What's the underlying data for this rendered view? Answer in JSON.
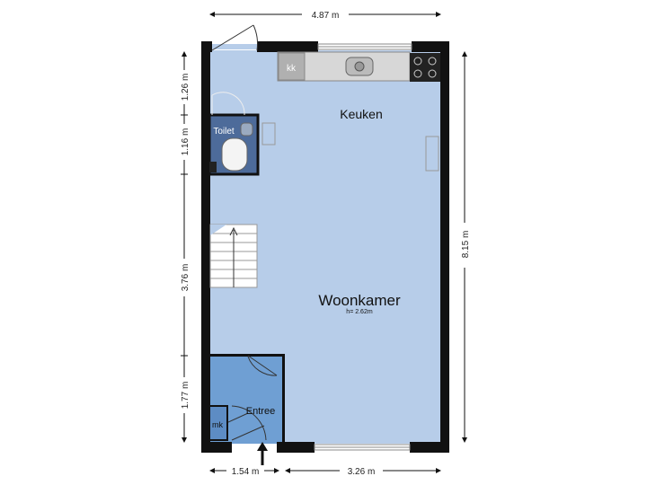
{
  "rooms": {
    "keuken": "Keuken",
    "toilet": "Toilet",
    "woonkamer": "Woonkamer",
    "woonkamer_height": "h= 2.62m",
    "entree": "Entree",
    "meterkast": "mk",
    "koelkast": "kk"
  },
  "dimensions": {
    "top_width": "4.87 m",
    "right_length": "8.15 m",
    "bottom_left": "1.54 m",
    "bottom_right": "3.26 m",
    "left_1": "1.26 m",
    "left_2": "1.16 m",
    "left_3": "3.76 m",
    "left_4": "1.77 m"
  },
  "colors": {
    "main_floor": "#b7cde9",
    "toilet_floor": "#4d6b9a",
    "entree_floor": "#6f9fd3",
    "wall": "#111111",
    "counter": "#d7d7d7"
  }
}
